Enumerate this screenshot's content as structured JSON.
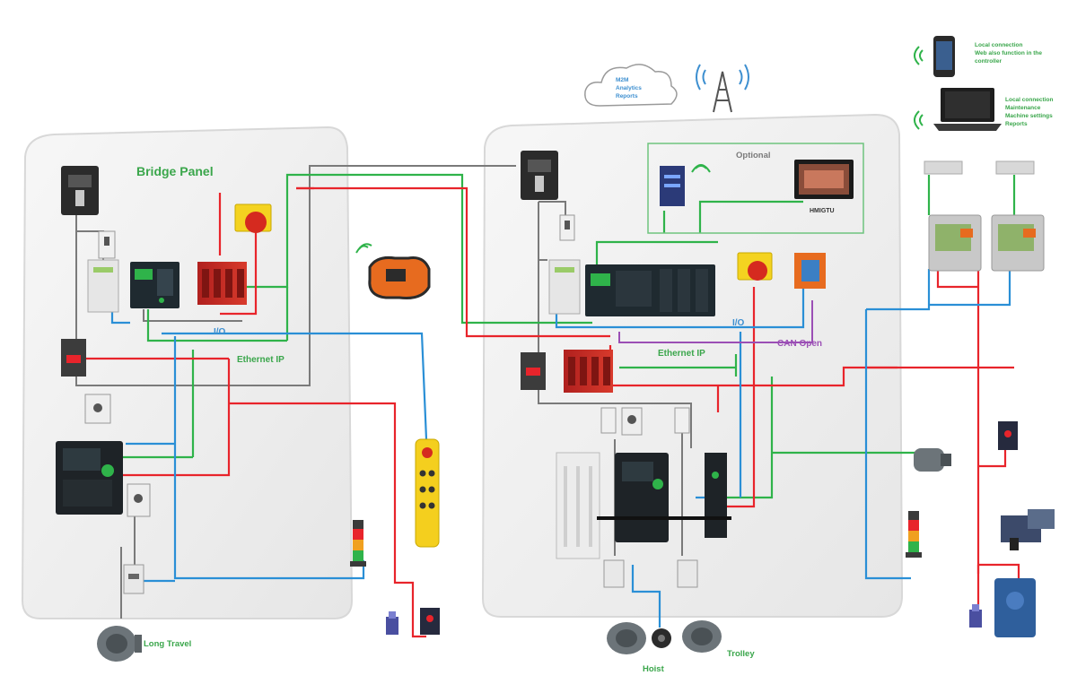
{
  "colors": {
    "green": "#2fb34a",
    "red": "#e8242b",
    "blue": "#2a8fd6",
    "grey": "#6f6f6f",
    "purple": "#9b4fb5",
    "label_green": "#3aa64b",
    "label_blue": "#3d8fd0",
    "panel_fill": "#f2f2f2"
  },
  "labels": {
    "bridge_panel": "Bridge Panel",
    "optional": "Optional",
    "hmi": "HMIGTU",
    "ethernet_ip_left": "Ethernet IP",
    "ethernet_ip_right": "Ethernet IP",
    "io_left": "I/O",
    "io_right": "I/O",
    "can_open": "CAN Open",
    "long_travel": "Long Travel",
    "hoist": "Hoist",
    "trolley": "Trolley",
    "cloud": [
      "M2M",
      "Analytics",
      "Reports"
    ],
    "phone_note": [
      "Local connection",
      "Web also function in the",
      "controller"
    ],
    "laptop_note": [
      "Local connection",
      "Maintenance",
      "Machine settings",
      "Reports"
    ]
  },
  "icons": {
    "cloud": "cloud-icon",
    "antenna": "antenna-tower-icon",
    "wifi": "wifi-icon",
    "phone": "smartphone-icon",
    "laptop": "laptop-icon",
    "remote": "radio-remote-icon",
    "pendant": "pendant-control-icon",
    "motor": "motor-icon",
    "encoder": "encoder-icon",
    "beacon": "stack-light-icon",
    "sensor": "photo-sensor-icon",
    "limit_switch": "limit-switch-icon"
  }
}
